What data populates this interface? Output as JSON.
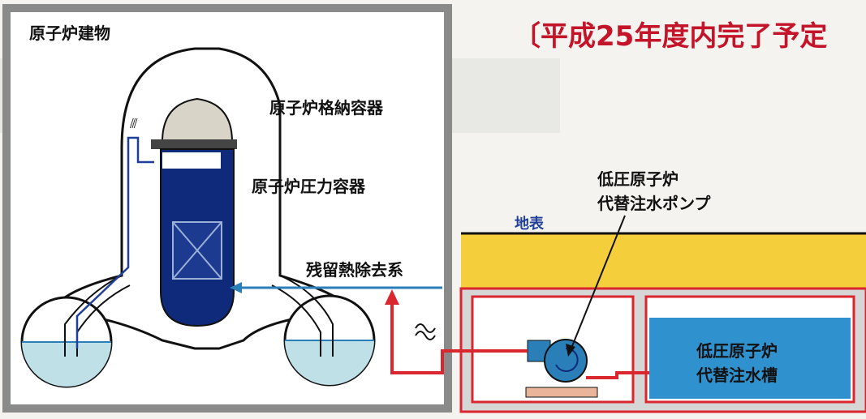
{
  "title": "〔平成25年度内完了予定",
  "labels": {
    "building": "原子炉建物",
    "containment": "原子炉格納容器",
    "pressure_vessel": "原子炉圧力容器",
    "residual_heat": "残留熱除去系",
    "ground_surface": "地表",
    "pump_line1": "低圧原子炉",
    "pump_line2": "代替注水ポンプ",
    "tank_line1": "低圧原子炉",
    "tank_line2": "代替注水槽"
  },
  "colors": {
    "title_red": "#c4142a",
    "pipe_red": "#d9262f",
    "pipe_blue": "#2a7fb8",
    "vessel_navy": "#0f2a7a",
    "water_light": "#bfe0e6",
    "water_tank": "#2f92cf",
    "ground_yellow": "#f4cf3b",
    "frame_gray": "#8a8a8a"
  }
}
